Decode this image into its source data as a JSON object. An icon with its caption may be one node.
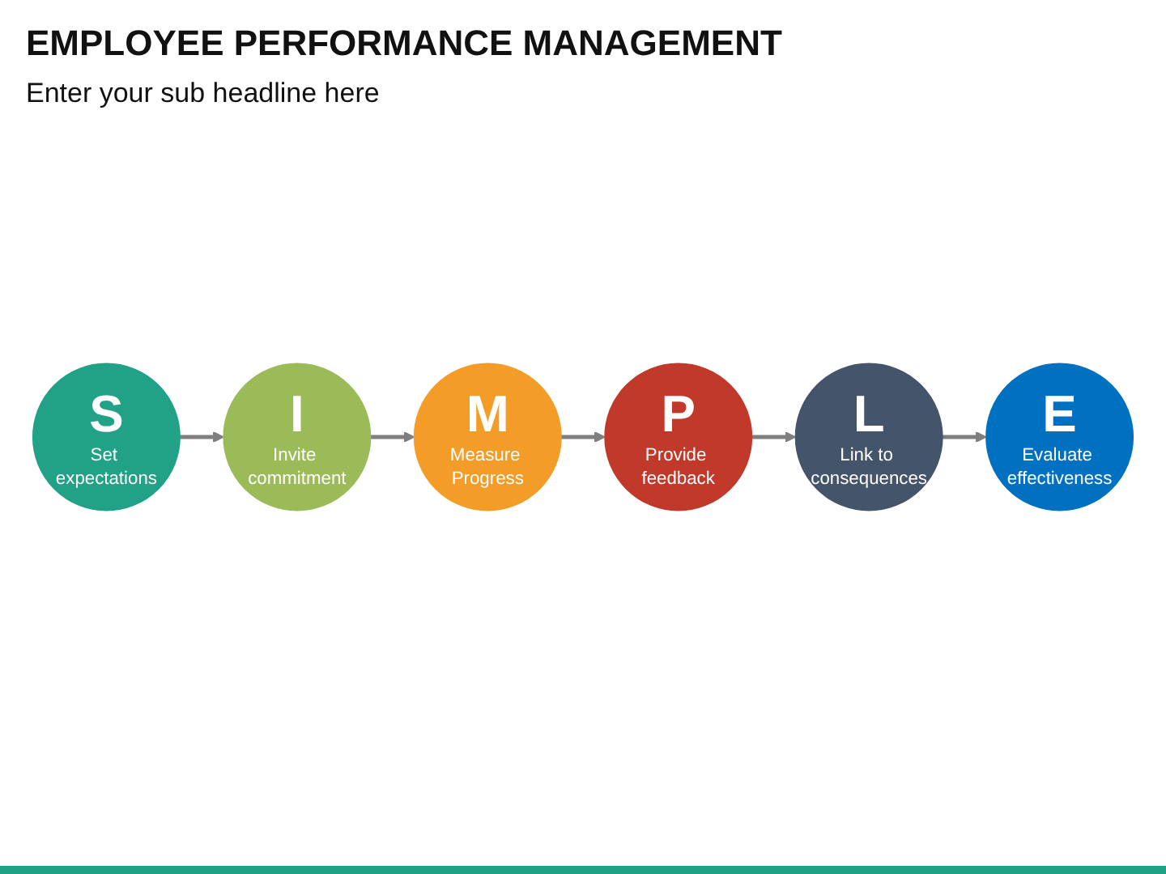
{
  "diagram": {
    "title": "EMPLOYEE PERFORMANCE MANAGEMENT",
    "nodes": [
      {
        "text": [
          "S",
          "Set expectations"
        ]
      },
      {
        "text": [
          "I",
          "Invite commitment"
        ]
      },
      {
        "text": [
          "M",
          "Measure Progress"
        ]
      },
      {
        "text": [
          "P",
          "Provide feedback"
        ]
      },
      {
        "text": [
          "L",
          "Link to consequences"
        ]
      },
      {
        "text": [
          "E",
          "Evaluate effectiveness"
        ]
      }
    ],
    "edges": [
      {
        "from": 0,
        "to": 1,
        "arrow": "to"
      },
      {
        "from": 1,
        "to": 2,
        "arrow": "to"
      },
      {
        "from": 2,
        "to": 3,
        "arrow": "to"
      },
      {
        "from": 3,
        "to": 4,
        "arrow": "to"
      },
      {
        "from": 4,
        "to": 5,
        "arrow": "to"
      }
    ],
    "labels": [
      "Enter your sub headline here"
    ]
  }
}
